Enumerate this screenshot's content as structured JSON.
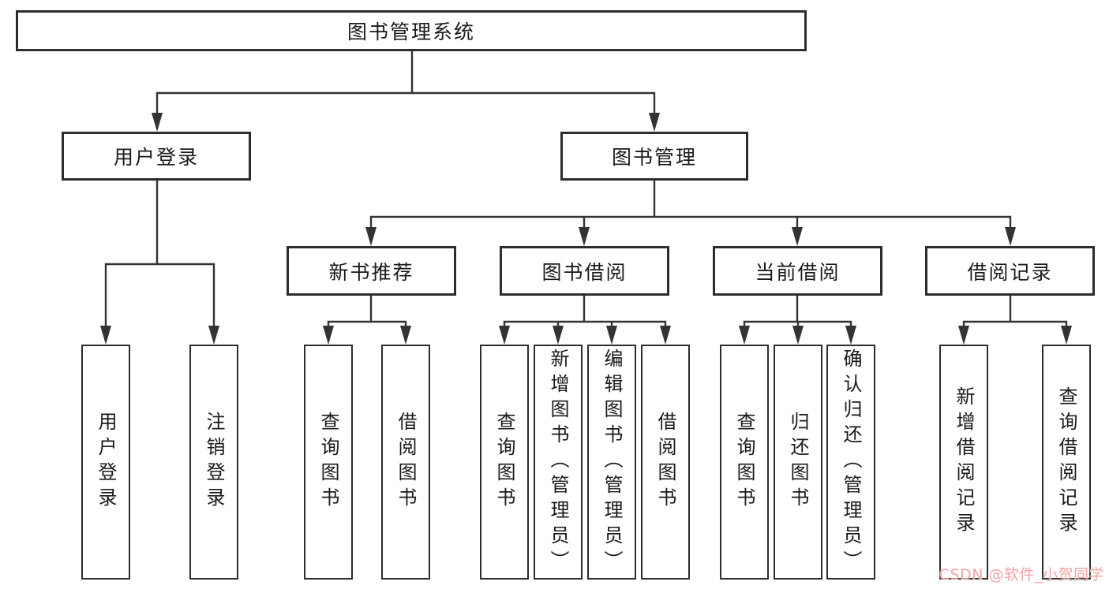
{
  "title": "图书管理系统",
  "watermark": "CSDN @软件_小贺同学",
  "colors": {
    "line": "#333333",
    "box_border": "#2d2d2d",
    "text": "#1a1a1a",
    "background": "#ffffff",
    "watermark": "#f0a5a3"
  },
  "tree": {
    "root": {
      "label": "图书管理系统"
    },
    "branches": [
      {
        "label": "用户登录",
        "children": [
          {
            "label": "用户登录"
          },
          {
            "label": "注销登录"
          }
        ]
      },
      {
        "label": "图书管理",
        "children": [
          {
            "label": "新书推荐",
            "children": [
              {
                "label": "查询图书"
              },
              {
                "label": "借阅图书"
              }
            ]
          },
          {
            "label": "图书借阅",
            "children": [
              {
                "label": "查询图书"
              },
              {
                "label": "新增图书（管理员）"
              },
              {
                "label": "编辑图书（管理员）"
              },
              {
                "label": "借阅图书"
              }
            ]
          },
          {
            "label": "当前借阅",
            "children": [
              {
                "label": "查询图书"
              },
              {
                "label": "归还图书"
              },
              {
                "label": "确认归还（管理员）"
              }
            ]
          },
          {
            "label": "借阅记录",
            "children": [
              {
                "label": "新增借阅记录"
              },
              {
                "label": "查询借阅记录"
              }
            ]
          }
        ]
      }
    ]
  }
}
